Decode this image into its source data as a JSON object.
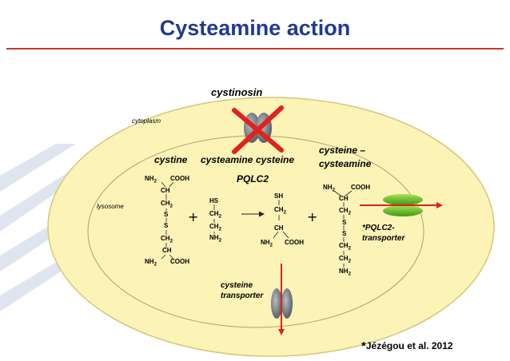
{
  "title": "Cysteamine action",
  "labels": {
    "cystinosin": "cystinosin",
    "cytoplasm": "cytoplasm",
    "lysosome": "lysosome",
    "cystine": "cystine",
    "cysteamine": "cysteamine",
    "cysteine": "cysteine",
    "cysteine_cysteamine_line1": "cysteine –",
    "cysteine_cysteamine_line2": "cysteamine",
    "pqlc2": "PQLC2",
    "pqlc2_transporter_line1": "*PQLC2-",
    "pqlc2_transporter_line2": "transporter",
    "cysteine_transporter_line1": "cysteine",
    "cysteine_transporter_line2": "transporter",
    "plus": "+"
  },
  "chem": {
    "nh2": "NH2",
    "cooh": "COOH",
    "ch": "CH",
    "ch2": "CH2",
    "s": "S",
    "hs": "HS",
    "sh": "SH"
  },
  "citation": {
    "star": "*",
    "text": "Jézégou et al. 2012"
  },
  "colors": {
    "title": "#1f3a93",
    "cell_fill": "#fcf3b6",
    "cell_stroke": "#d8c57a",
    "arrow_red": "#e2211c",
    "transporter_gray": "#5a5f66",
    "pqlc2_green": "#5cb81e",
    "watermark": "#dfe5ef"
  }
}
